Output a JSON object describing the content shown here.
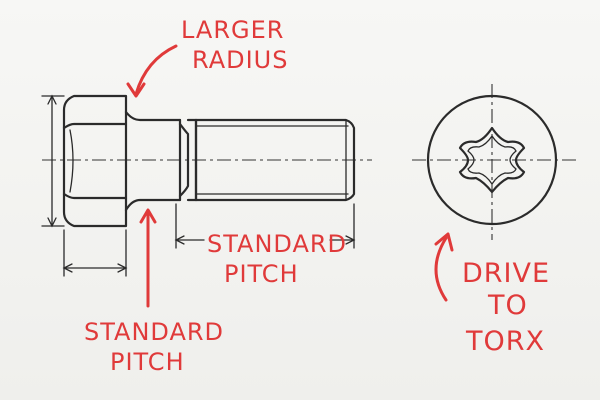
{
  "annotations": {
    "larger_radius": [
      "LARGER",
      "RADIUS"
    ],
    "standard_pitch_shank": [
      "STANDARD",
      "PITCH"
    ],
    "standard_pitch_thread": [
      "STANDARD",
      "PITCH"
    ],
    "drive_to_torx": [
      "DRIVE",
      "TO",
      "TORX"
    ]
  },
  "colors": {
    "ink": "#2b2b2b",
    "annotation": "#e03a3a",
    "paper": "#f3f3f1"
  }
}
